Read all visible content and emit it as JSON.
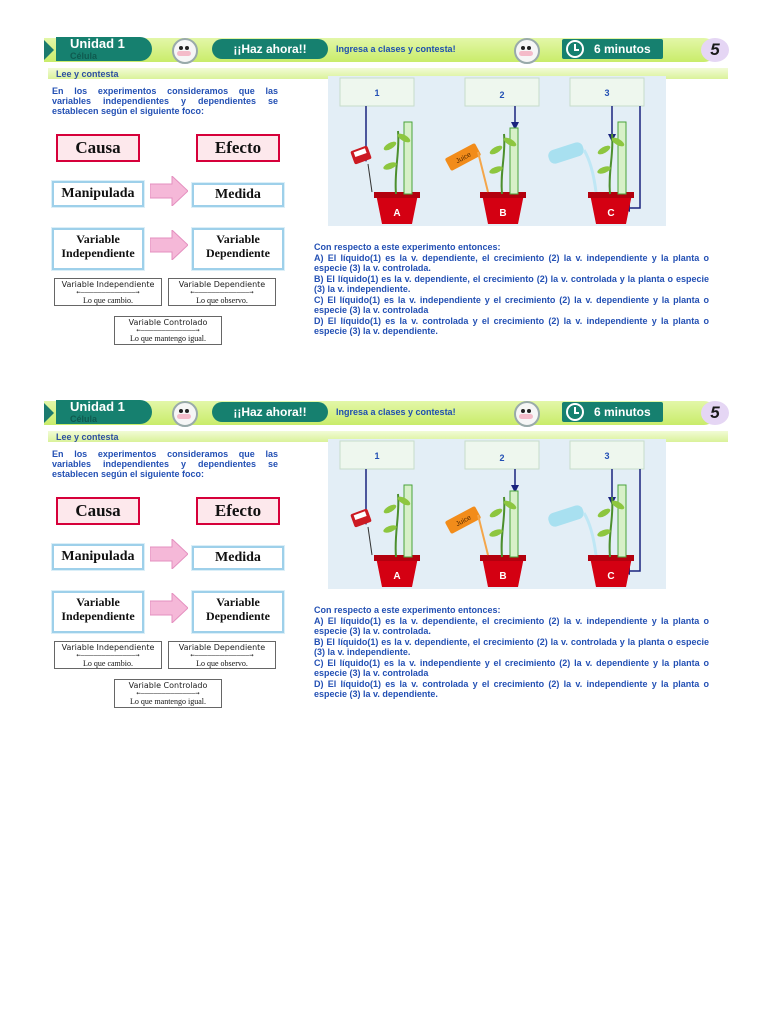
{
  "header": {
    "unit_title": "Unidad 1",
    "unit_subtitle": "Célula",
    "action_label": "¡¡Haz ahora!!",
    "instruction": "Ingresa a clases y contesta!",
    "timer_label": "6 minutos",
    "step_number": "5"
  },
  "section_label": "Lee y contesta",
  "intro_text": "En los experimentos consideramos que las variables independientes y dependientes se establecen según el siguiente foco:",
  "diagram": {
    "cause": "Causa",
    "effect": "Efecto",
    "manipulated": "Manipulada",
    "measured": "Medida",
    "independent_variable": "Variable Independiente",
    "dependent_variable": "Variable Dependiente",
    "legend_independent_title": "Variable Independiente",
    "legend_independent_note": "Lo que cambio.",
    "legend_dependent_title": "Variable Dependiente",
    "legend_dependent_note": "Lo que observo.",
    "legend_controlled_title": "Variable Controlado",
    "legend_controlled_note": "Lo que mantengo igual."
  },
  "experiment": {
    "label_1": "1",
    "label_2": "2",
    "label_3": "3",
    "pot_a": "A",
    "pot_b": "B",
    "pot_c": "C",
    "juice_label": "Juice"
  },
  "question": {
    "prompt": "Con respecto a este experimento entonces:",
    "option_a": "A) El líquido(1) es la v. dependiente, el crecimiento (2) la v. independiente y la planta o especie (3) la v. controlada.",
    "option_b": "B) El líquido(1) es la v. dependiente, el crecimiento (2) la v. controlada y la planta o especie (3) la v. independiente.",
    "option_c": "C) El líquido(1) es la v. independiente y el crecimiento (2) la v. dependiente y la planta o especie (3) la v. controlada",
    "option_d": "D) El líquido(1) es la v. controlada y el crecimiento (2) la v. independiente y la planta o especie (3) la v. dependiente."
  },
  "colors": {
    "header_teal": "#16806f",
    "header_lime": "#c9ec6a",
    "text_blue": "#2350b4",
    "cause_red": "#d6003a",
    "pot_red": "#d40012"
  }
}
